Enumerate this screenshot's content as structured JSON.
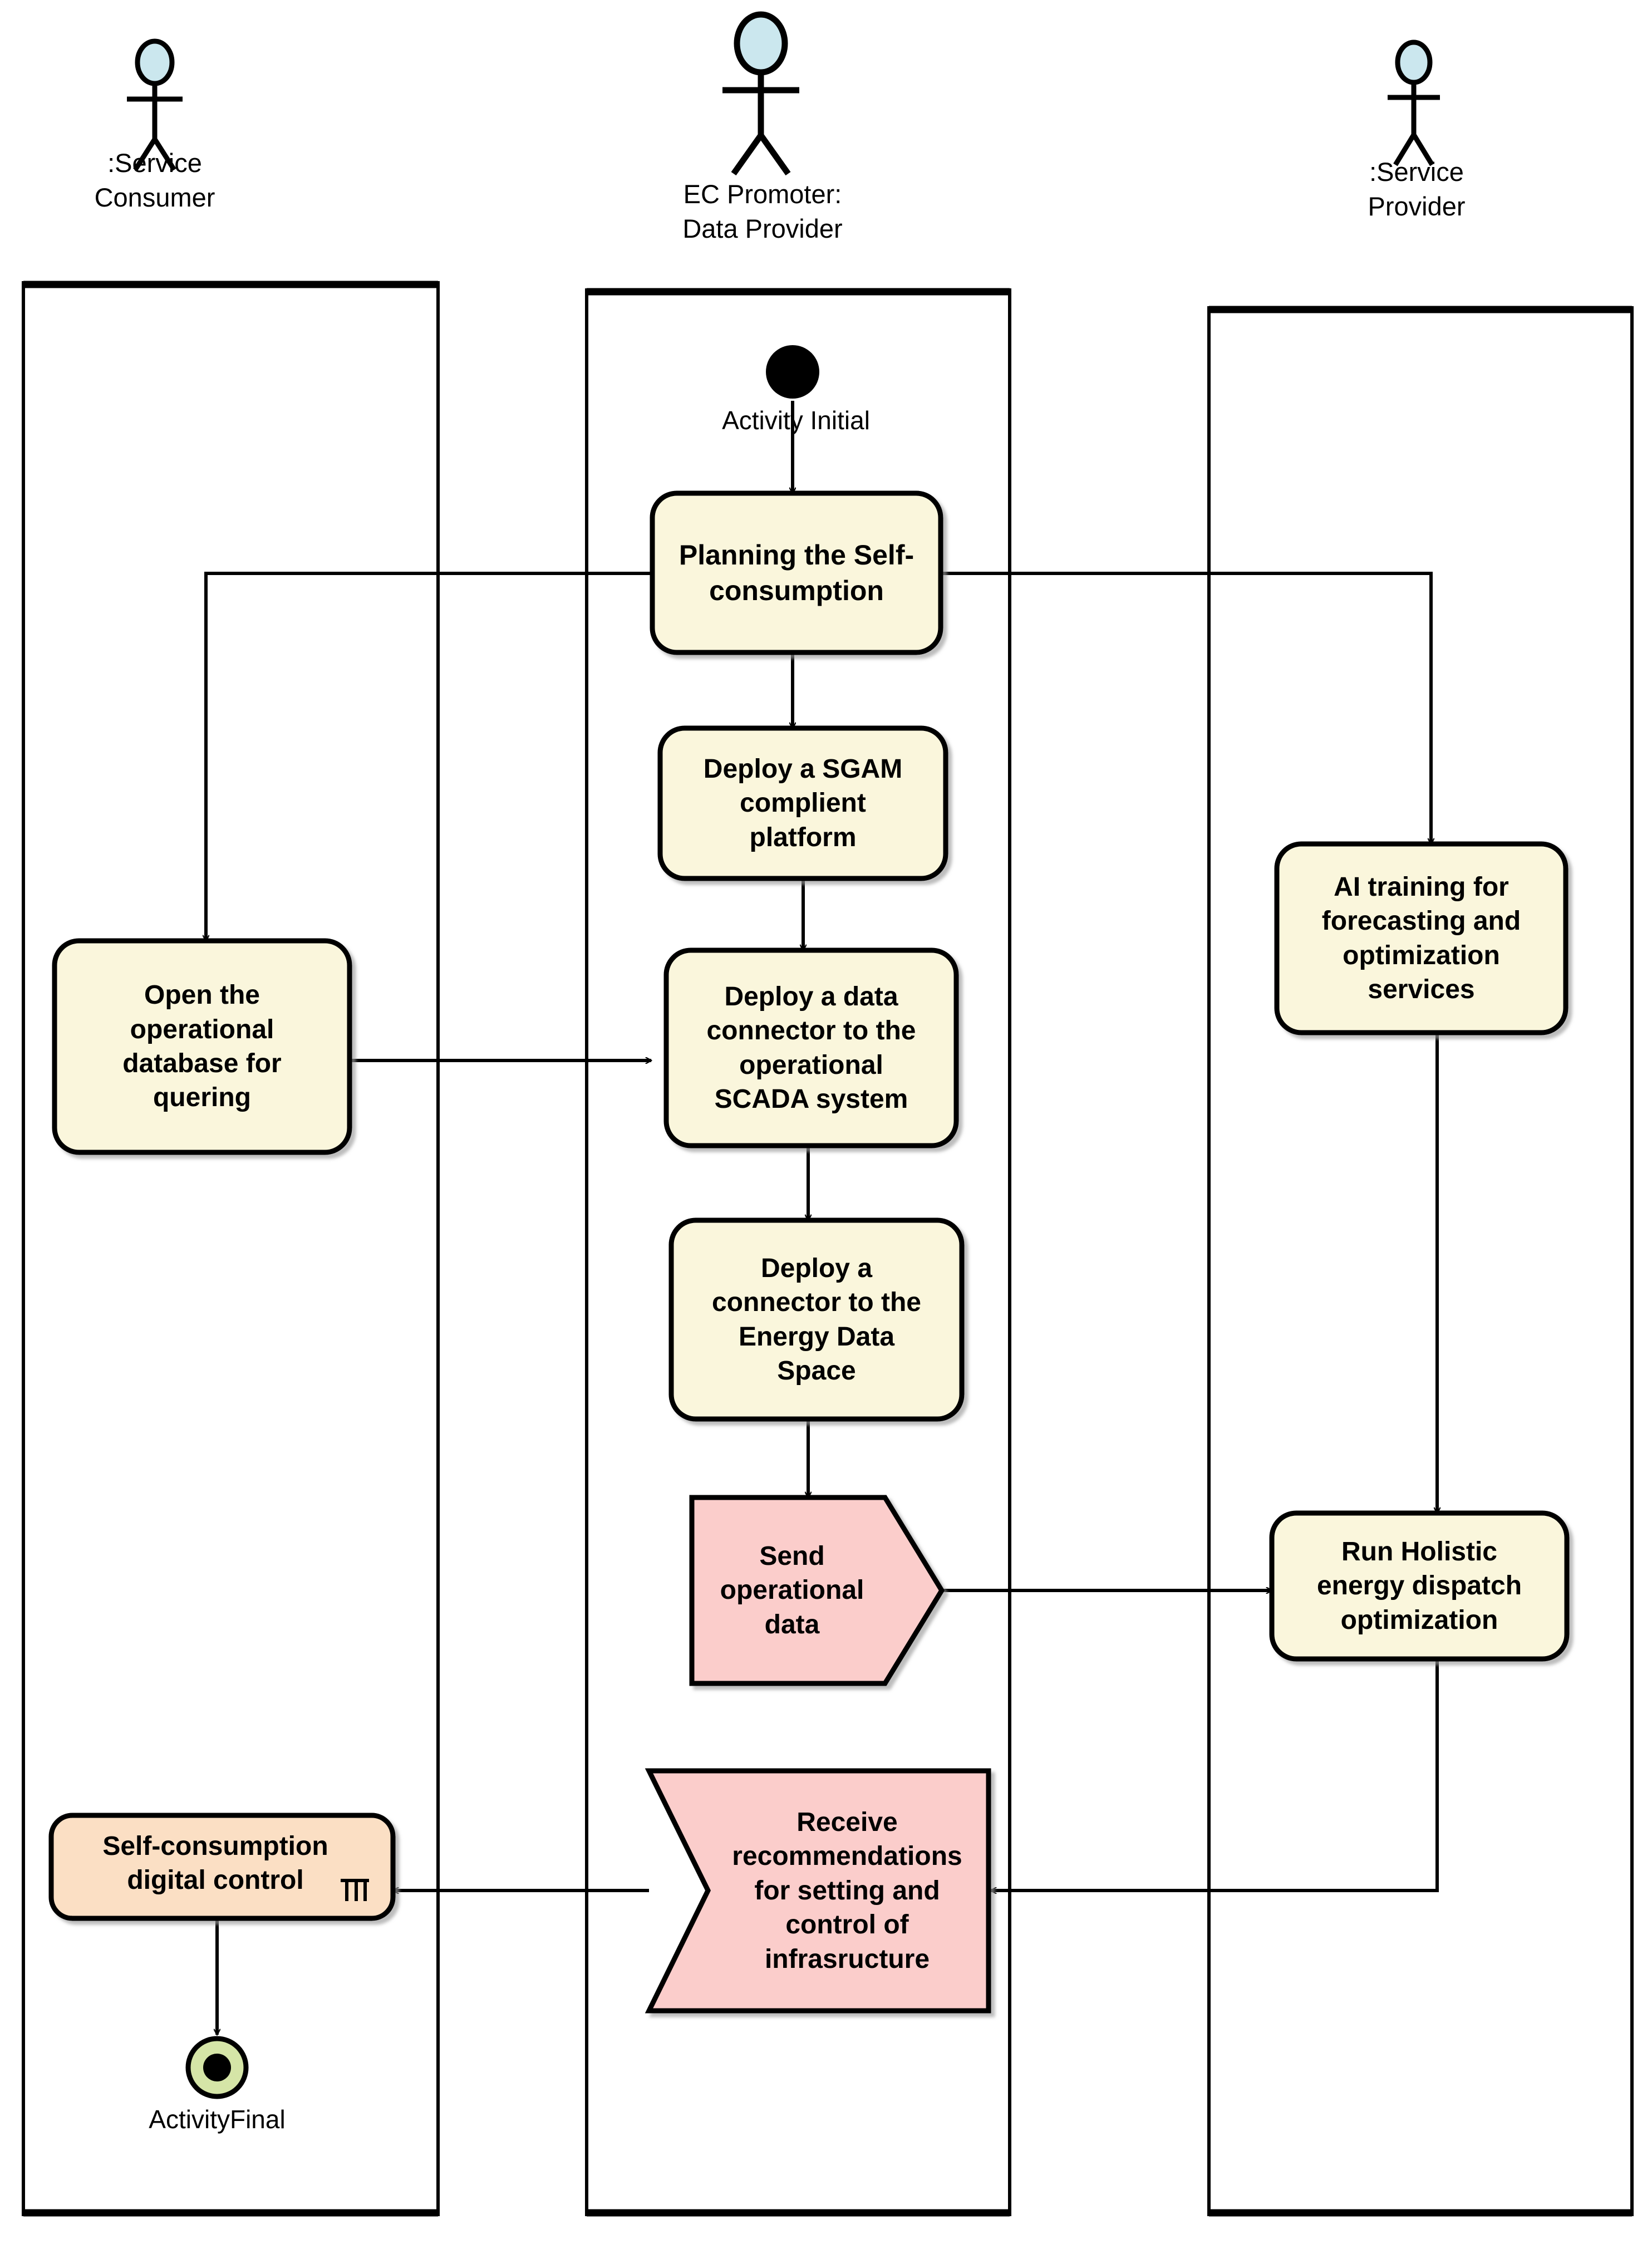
{
  "diagram": {
    "type": "uml-activity-diagram",
    "title": "",
    "colors": {
      "activity_fill": "#FAF6DC",
      "signal_fill": "#FBCDCB",
      "subactivity_fill": "#FBDFC4",
      "final_node_fill": "#D5E5A7",
      "actor_head_fill": "#CBE7EE",
      "stroke": "#000000",
      "lane_stroke": "#000000"
    }
  },
  "actors": [
    {
      "id": "service-consumer",
      "label": ":Service\nConsumer"
    },
    {
      "id": "ec-promoter",
      "label": "EC Promoter:\nData Provider"
    },
    {
      "id": "service-provider",
      "label": ":Service\nProvider"
    }
  ],
  "lanes": [
    {
      "id": "lane-service-consumer",
      "actor": ":Service Consumer"
    },
    {
      "id": "lane-ec-promoter",
      "actor": "EC Promoter: Data Provider"
    },
    {
      "id": "lane-service-provider",
      "actor": ":Service Provider"
    }
  ],
  "nodes": {
    "activity_initial_label": "Activity Initial",
    "activity_final_label": "ActivityFinal",
    "planning": "Planning the Self-\nconsumption",
    "deploy_sgam": "Deploy a SGAM\ncomplient\nplatform",
    "deploy_data_connector": "Deploy a data\nconnector to the\noperational\nSCADA system",
    "deploy_eds_connector": "Deploy a\nconnector to the\nEnergy Data\nSpace",
    "send_operational_data": "Send\noperational\ndata",
    "receive_recommendations": "Receive\nrecommendations\nfor setting and\ncontrol of\ninfrasructure",
    "open_database": "Open the\noperational\ndatabase for\nquering",
    "self_consumption_control": "Self-consumption\ndigital control",
    "ai_training": "AI training for\nforecasting and\noptimization\nservices",
    "run_holistic": "Run Holistic\nenergy dispatch\noptimization"
  },
  "flows": [
    {
      "from": "activity-initial",
      "to": "planning"
    },
    {
      "from": "planning",
      "to": "deploy-sgam"
    },
    {
      "from": "planning",
      "to": "open-database"
    },
    {
      "from": "planning",
      "to": "ai-training"
    },
    {
      "from": "deploy-sgam",
      "to": "deploy-data-connector"
    },
    {
      "from": "open-database",
      "to": "deploy-data-connector"
    },
    {
      "from": "deploy-data-connector",
      "to": "deploy-eds-connector"
    },
    {
      "from": "deploy-eds-connector",
      "to": "send-operational-data"
    },
    {
      "from": "send-operational-data",
      "to": "run-holistic"
    },
    {
      "from": "ai-training",
      "to": "run-holistic"
    },
    {
      "from": "run-holistic",
      "to": "receive-recommendations"
    },
    {
      "from": "receive-recommendations",
      "to": "self-consumption-control"
    },
    {
      "from": "self-consumption-control",
      "to": "activity-final"
    }
  ]
}
